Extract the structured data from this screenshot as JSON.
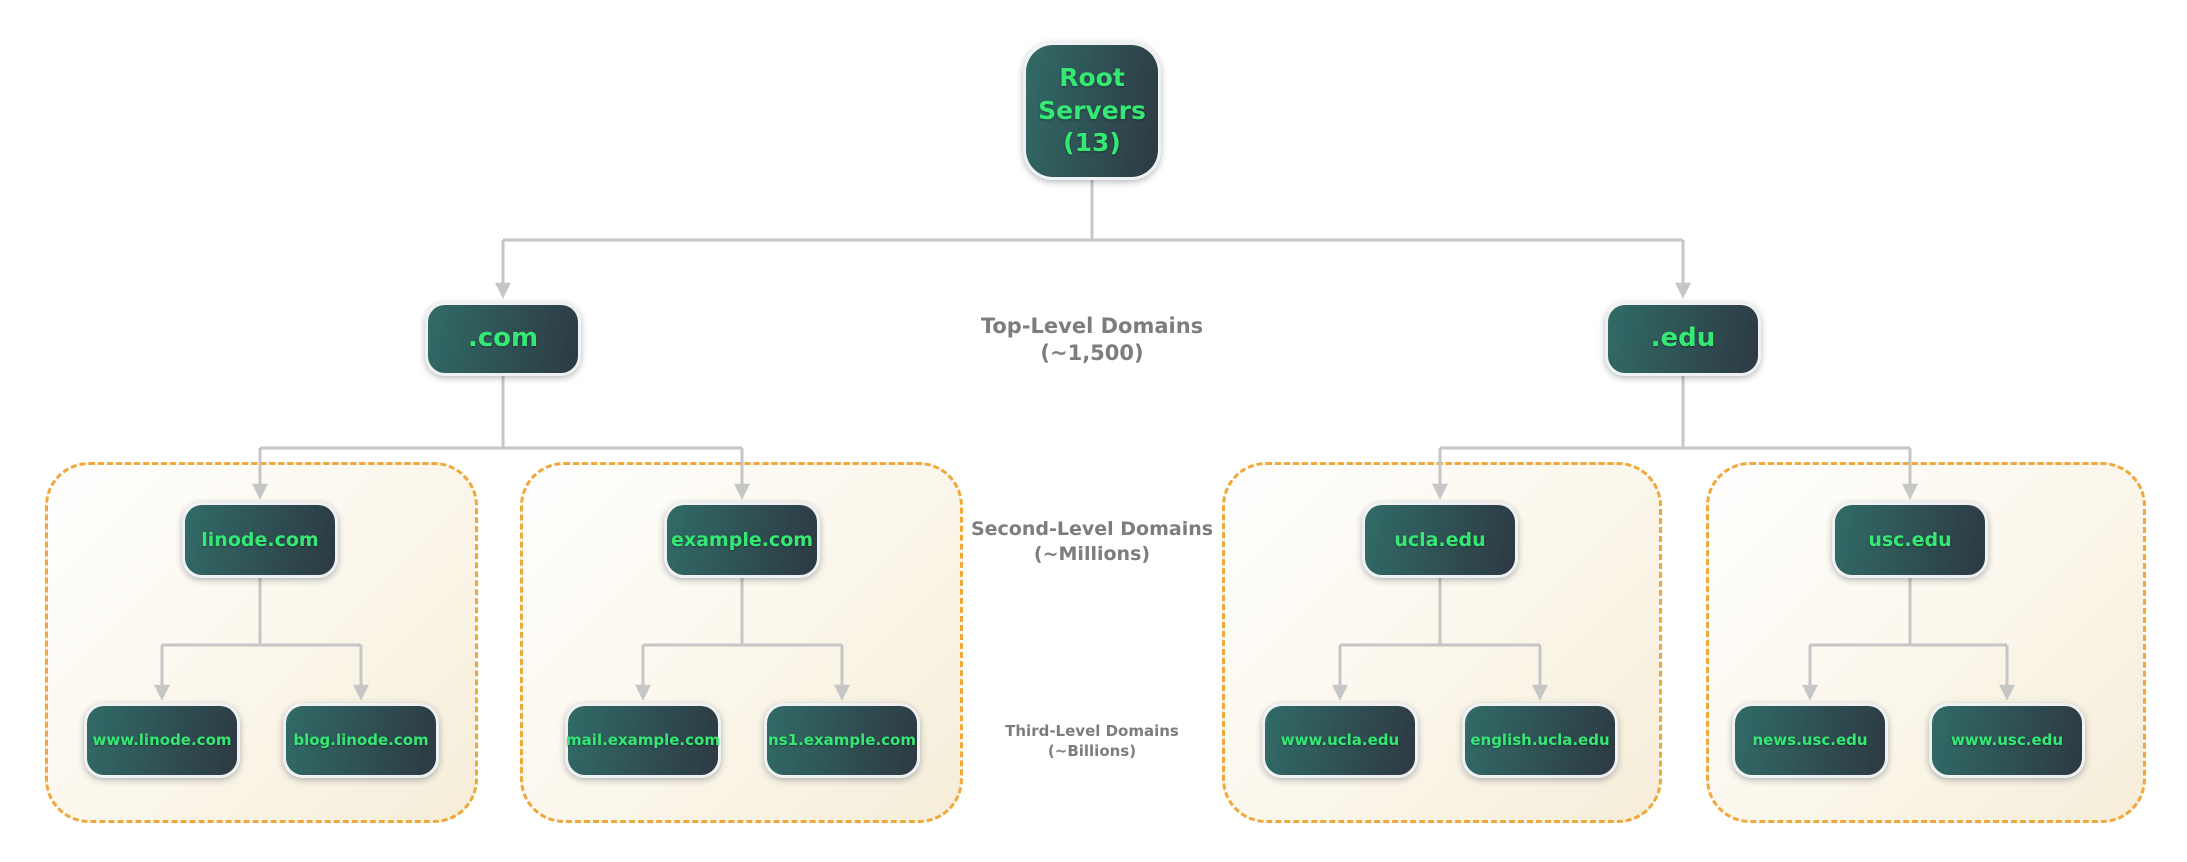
{
  "diagram": {
    "root": {
      "label": "Root Servers (13)"
    },
    "levels": [
      {
        "title": "Top-Level Domains",
        "subtitle": "(~1,500)"
      },
      {
        "title": "Second-Level Domains",
        "subtitle": "(~Millions)"
      },
      {
        "title": "Third-Level Domains",
        "subtitle": "(~Billions)"
      }
    ],
    "tlds": [
      {
        "label": ".com",
        "children": [
          {
            "label": "linode.com",
            "children": [
              {
                "label": "www.linode.com"
              },
              {
                "label": "blog.linode.com"
              }
            ]
          },
          {
            "label": "example.com",
            "children": [
              {
                "label": "mail.example.com"
              },
              {
                "label": "ns1.example.com"
              }
            ]
          }
        ]
      },
      {
        "label": ".edu",
        "children": [
          {
            "label": "ucla.edu",
            "children": [
              {
                "label": "www.ucla.edu"
              },
              {
                "label": "english.ucla.edu"
              }
            ]
          },
          {
            "label": "usc.edu",
            "children": [
              {
                "label": "news.usc.edu"
              },
              {
                "label": "www.usc.edu"
              }
            ]
          }
        ]
      }
    ],
    "colors": {
      "node_gradient_start": "#316B67",
      "node_gradient_end": "#2D3943",
      "node_text_green": "#34E873",
      "connector_gray": "#C6C6C6",
      "level_label_gray": "#7D7D7D",
      "group_border_amber": "#F0A83A",
      "group_bg_start": "#FFFFFF",
      "group_bg_end": "#F5EDD9",
      "canvas_bg": "#FFFFFF"
    }
  }
}
